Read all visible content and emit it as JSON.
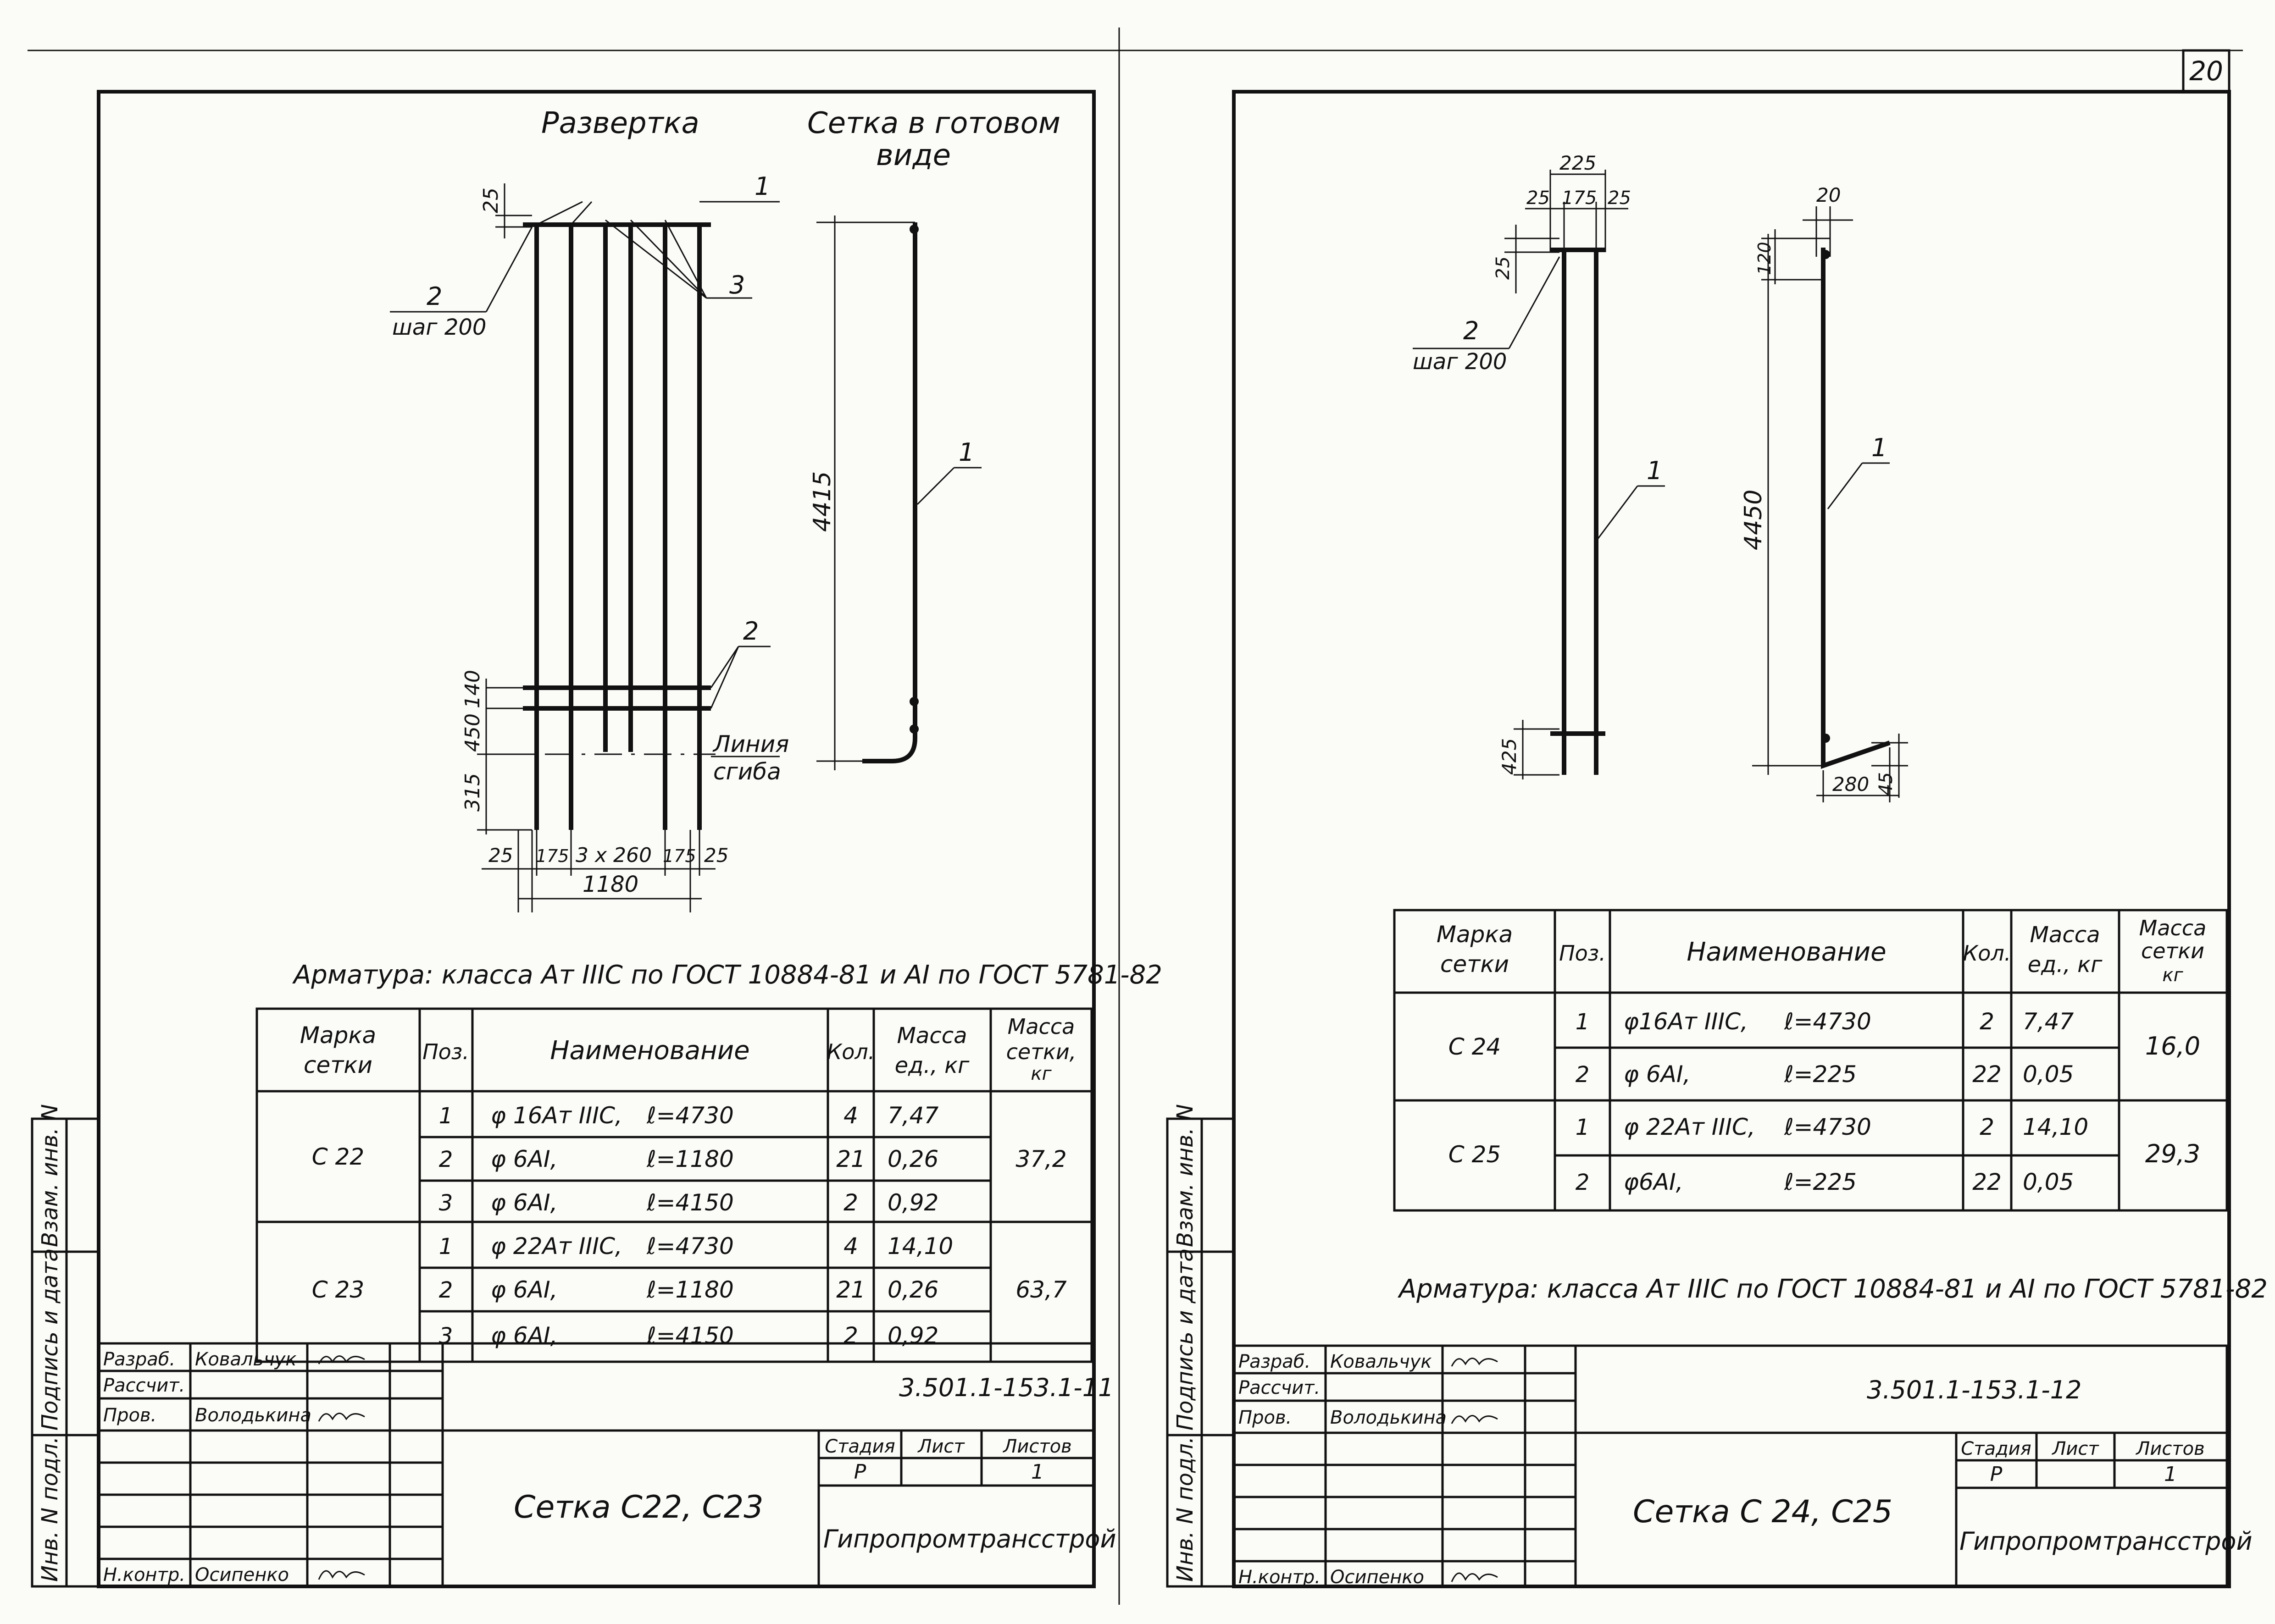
{
  "page_number": "20",
  "left": {
    "title_unfolded": "Развертка",
    "title_finished_1": "Сетка в готовом",
    "title_finished_2": "виде",
    "callouts": {
      "c1": "1",
      "c2": "2",
      "c3": "3",
      "c1b": "1",
      "c2b": "2"
    },
    "step": "шаг 200",
    "bend_line_1": "Линия",
    "bend_line_2": "сгиба",
    "dims": {
      "d25_top": "25",
      "d4415": "4415",
      "d140": "140",
      "d450": "450",
      "d315": "315",
      "d25a": "25",
      "d175a": "175",
      "d3x260": "3 x 260",
      "d175b": "175",
      "d25b": "25",
      "d1180": "1180"
    },
    "rebar_note": "Арматура: класса Ат IIIС по ГОСТ 10884-81 и АI по ГОСТ 5781-82",
    "table": {
      "headers": {
        "mark_1": "Марка",
        "mark_2": "сетки",
        "pos": "Поз.",
        "name": "Наименование",
        "qty": "Кол.",
        "mass_unit_1": "Масса",
        "mass_unit_2": "ед., кг",
        "mass_net_1": "Масса",
        "mass_net_2": "сетки,",
        "mass_net_3": "кг"
      },
      "groups": [
        {
          "mark": "С 22",
          "mass": "37,2",
          "rows": [
            {
              "pos": "1",
              "name": "φ 16Ат IIIС,",
              "len": "ℓ=4730",
              "qty": "4",
              "mass": "7,47"
            },
            {
              "pos": "2",
              "name": "φ 6АI,",
              "len": "ℓ=1180",
              "qty": "21",
              "mass": "0,26"
            },
            {
              "pos": "3",
              "name": "φ 6АI,",
              "len": "ℓ=4150",
              "qty": "2",
              "mass": "0,92"
            }
          ]
        },
        {
          "mark": "С 23",
          "mass": "63,7",
          "rows": [
            {
              "pos": "1",
              "name": "φ 22Ат IIIС,",
              "len": "ℓ=4730",
              "qty": "4",
              "mass": "14,10"
            },
            {
              "pos": "2",
              "name": "φ 6АI,",
              "len": "ℓ=1180",
              "qty": "21",
              "mass": "0,26"
            },
            {
              "pos": "3",
              "name": "φ 6АI,",
              "len": "ℓ=4150",
              "qty": "2",
              "mass": "0,92"
            }
          ]
        }
      ]
    },
    "stamp": {
      "roles": [
        "Разраб.",
        "Рассчит.",
        "Пров.",
        "Н.контр."
      ],
      "names": [
        "Ковальчук",
        "",
        "Володькина",
        "Осипенко"
      ],
      "code": "3.501.1-153.1-11",
      "stage_h": "Стадия",
      "sheet_h": "Лист",
      "sheets_h": "Листов",
      "stage": "Р",
      "sheet": "",
      "sheets": "1",
      "title": "Сетка С22, С23",
      "org": "Гипропромтрансстрой"
    },
    "side": [
      "Взам. инв. N",
      "Подпись и дата",
      "Инв. N подл."
    ]
  },
  "right": {
    "callouts": {
      "c2": "2",
      "c1a": "1",
      "c1b": "1"
    },
    "step": "шаг 200",
    "dims": {
      "d225": "225",
      "d25a": "25",
      "d175": "175",
      "d25b": "25",
      "d25v": "25",
      "d20": "20",
      "d120": "120",
      "d4450": "4450",
      "d425": "425",
      "d280": "280",
      "d45": "45"
    },
    "table": {
      "headers": {
        "mark_1": "Марка",
        "mark_2": "сетки",
        "pos": "Поз.",
        "name": "Наименование",
        "qty": "Кол.",
        "mass_unit_1": "Масса",
        "mass_unit_2": "ед., кг",
        "mass_net_1": "Масса",
        "mass_net_2": "сетки",
        "mass_net_3": "кг"
      },
      "groups": [
        {
          "mark": "С 24",
          "mass": "16,0",
          "rows": [
            {
              "pos": "1",
              "name": "φ16Ат IIIС,",
              "len": "ℓ=4730",
              "qty": "2",
              "mass": "7,47"
            },
            {
              "pos": "2",
              "name": "φ 6АI,",
              "len": "ℓ=225",
              "qty": "22",
              "mass": "0,05"
            }
          ]
        },
        {
          "mark": "С 25",
          "mass": "29,3",
          "rows": [
            {
              "pos": "1",
              "name": "φ 22Ат IIIС,",
              "len": "ℓ=4730",
              "qty": "2",
              "mass": "14,10"
            },
            {
              "pos": "2",
              "name": "φ6АI,",
              "len": "ℓ=225",
              "qty": "22",
              "mass": "0,05"
            }
          ]
        }
      ]
    },
    "rebar_note": "Арматура: класса Ат IIIС по ГОСТ 10884-81 и АI по ГОСТ 5781-82",
    "stamp": {
      "roles": [
        "Разраб.",
        "Рассчит.",
        "Пров.",
        "Н.контр."
      ],
      "names": [
        "Ковальчук",
        "",
        "Володькина",
        "Осипенко"
      ],
      "code": "3.501.1-153.1-12",
      "stage_h": "Стадия",
      "sheet_h": "Лист",
      "sheets_h": "Листов",
      "stage": "Р",
      "sheet": "",
      "sheets": "1",
      "title": "Сетка С 24, С25",
      "org": "Гипропромтрансстрой"
    },
    "side": [
      "Взам. инв. N",
      "Подпись и дата",
      "Инв. N подл."
    ]
  }
}
